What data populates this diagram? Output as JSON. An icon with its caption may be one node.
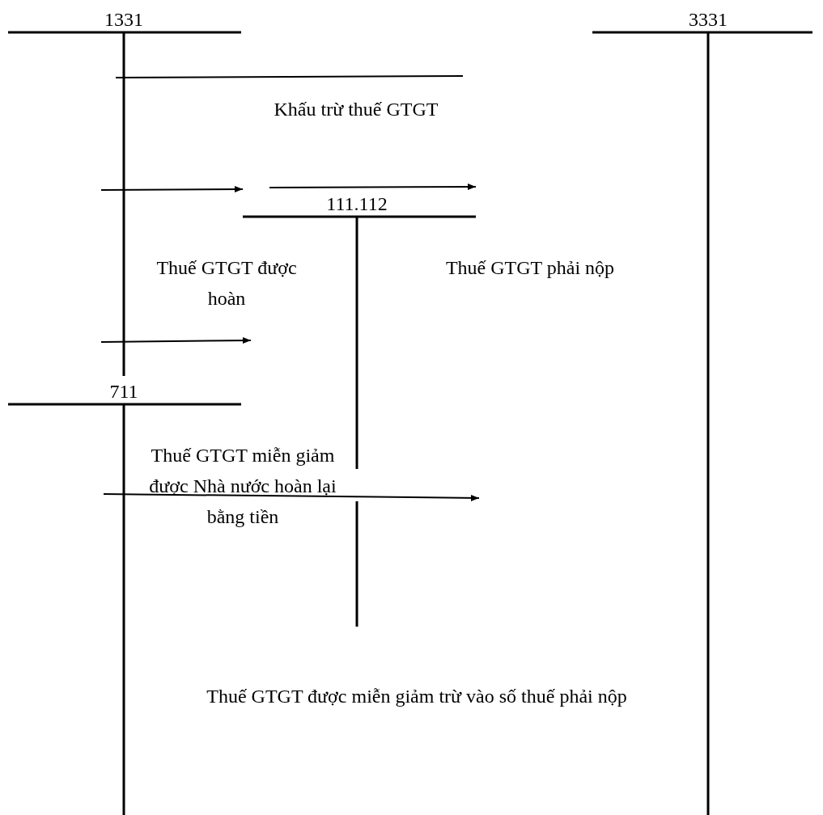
{
  "diagram": {
    "nodes": [
      {
        "text": [
          "1331"
        ]
      },
      {
        "text": [
          "3331"
        ]
      },
      {
        "text": [
          "111.112"
        ]
      },
      {
        "text": [
          "711"
        ]
      }
    ],
    "edges": [
      {
        "from": 0,
        "to": null,
        "arrow": "none",
        "label": "Khấu trừ thuế GTGT"
      },
      {
        "from": 0,
        "to": 2,
        "arrow": "to"
      },
      {
        "from": null,
        "to": 2,
        "arrow": "to"
      },
      {
        "from": null,
        "to": 0,
        "arrow": "to"
      },
      {
        "from": 3,
        "to": 2,
        "arrow": "to"
      }
    ],
    "labels": [
      "Thuế GTGT được hoàn",
      "Thuế GTGT phải nộp",
      "Thuế GTGT miễn giảm được Nhà nước hoàn lại bằng tiền",
      "Thuế GTGT được miễn giảm trừ vào số thuế phải nộp"
    ]
  }
}
